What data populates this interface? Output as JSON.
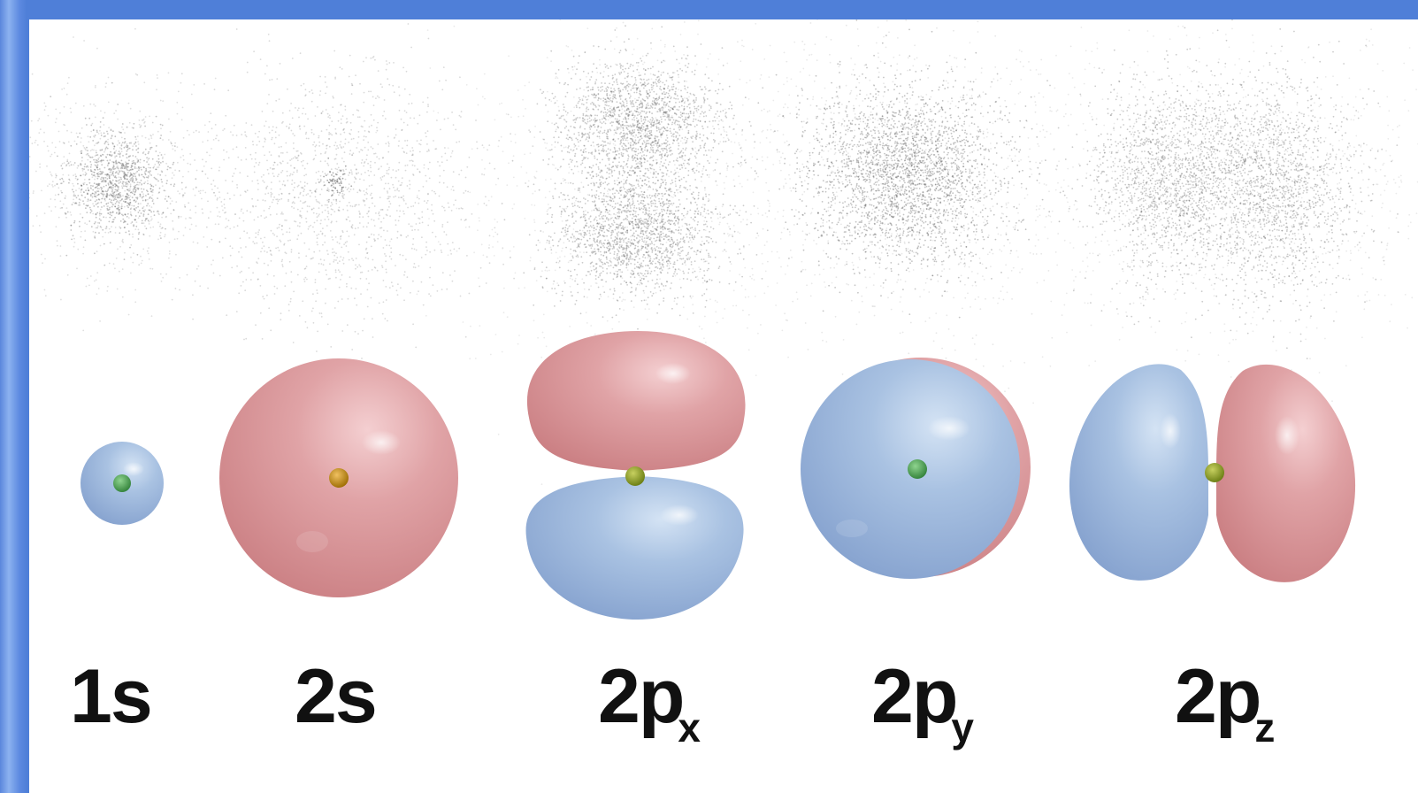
{
  "colors": {
    "frame": "#5a86dc",
    "panel": "#ffffff",
    "positive_lobe": "#d98a8e",
    "negative_lobe": "#8fb0d8",
    "nucleus_green": "#3f9a4a",
    "nucleus_orange": "#c98a16",
    "density_dots": "#555555"
  },
  "orbitals": [
    {
      "id": "1s",
      "main": "1s",
      "sub": "",
      "shape": "sphere"
    },
    {
      "id": "2s",
      "main": "2s",
      "sub": "",
      "shape": "sphere"
    },
    {
      "id": "2px",
      "main": "2p",
      "sub": "x",
      "shape": "dumbbell-vertical"
    },
    {
      "id": "2py",
      "main": "2p",
      "sub": "y",
      "shape": "dumbbell-depth"
    },
    {
      "id": "2pz",
      "main": "2p",
      "sub": "z",
      "shape": "dumbbell-horizontal"
    }
  ]
}
